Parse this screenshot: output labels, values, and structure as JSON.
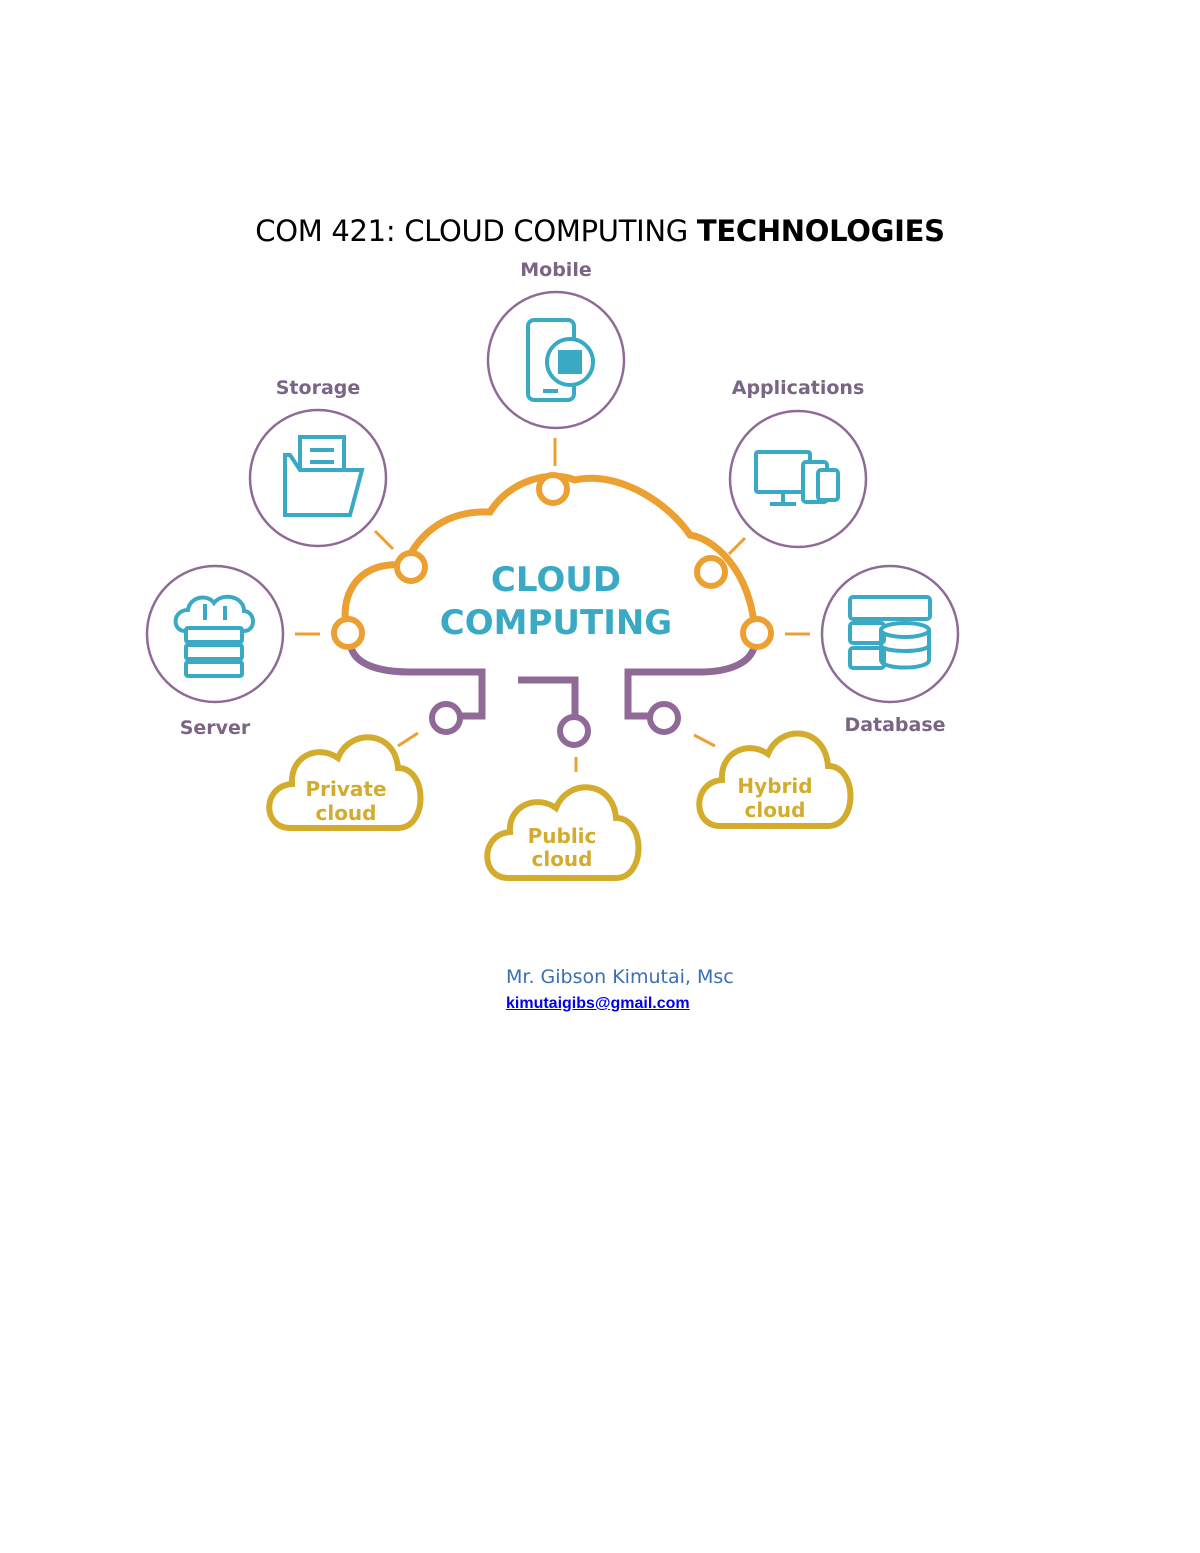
{
  "document": {
    "title_regular": "COM 421: CLOUD COMPUTING ",
    "title_bold": "TECHNOLOGIES",
    "author": "Mr. Gibson Kimutai, Msc",
    "email": "kimutaigibs@gmail.com"
  },
  "diagram": {
    "center_line1": "CLOUD",
    "center_line2": "COMPUTING",
    "nodes": {
      "mobile": "Mobile",
      "storage": "Storage",
      "applications": "Applications",
      "server": "Server",
      "database": "Database"
    },
    "clouds": {
      "private_line1": "Private",
      "private_line2": "cloud",
      "public_line1": "Public",
      "public_line2": "cloud",
      "hybrid_line1": "Hybrid",
      "hybrid_line2": "cloud"
    },
    "colors": {
      "orange": "#eda032",
      "purple": "#8f6a97",
      "teal": "#3aaac4",
      "gold": "#d4ac2d",
      "label": "#7a6584"
    }
  }
}
